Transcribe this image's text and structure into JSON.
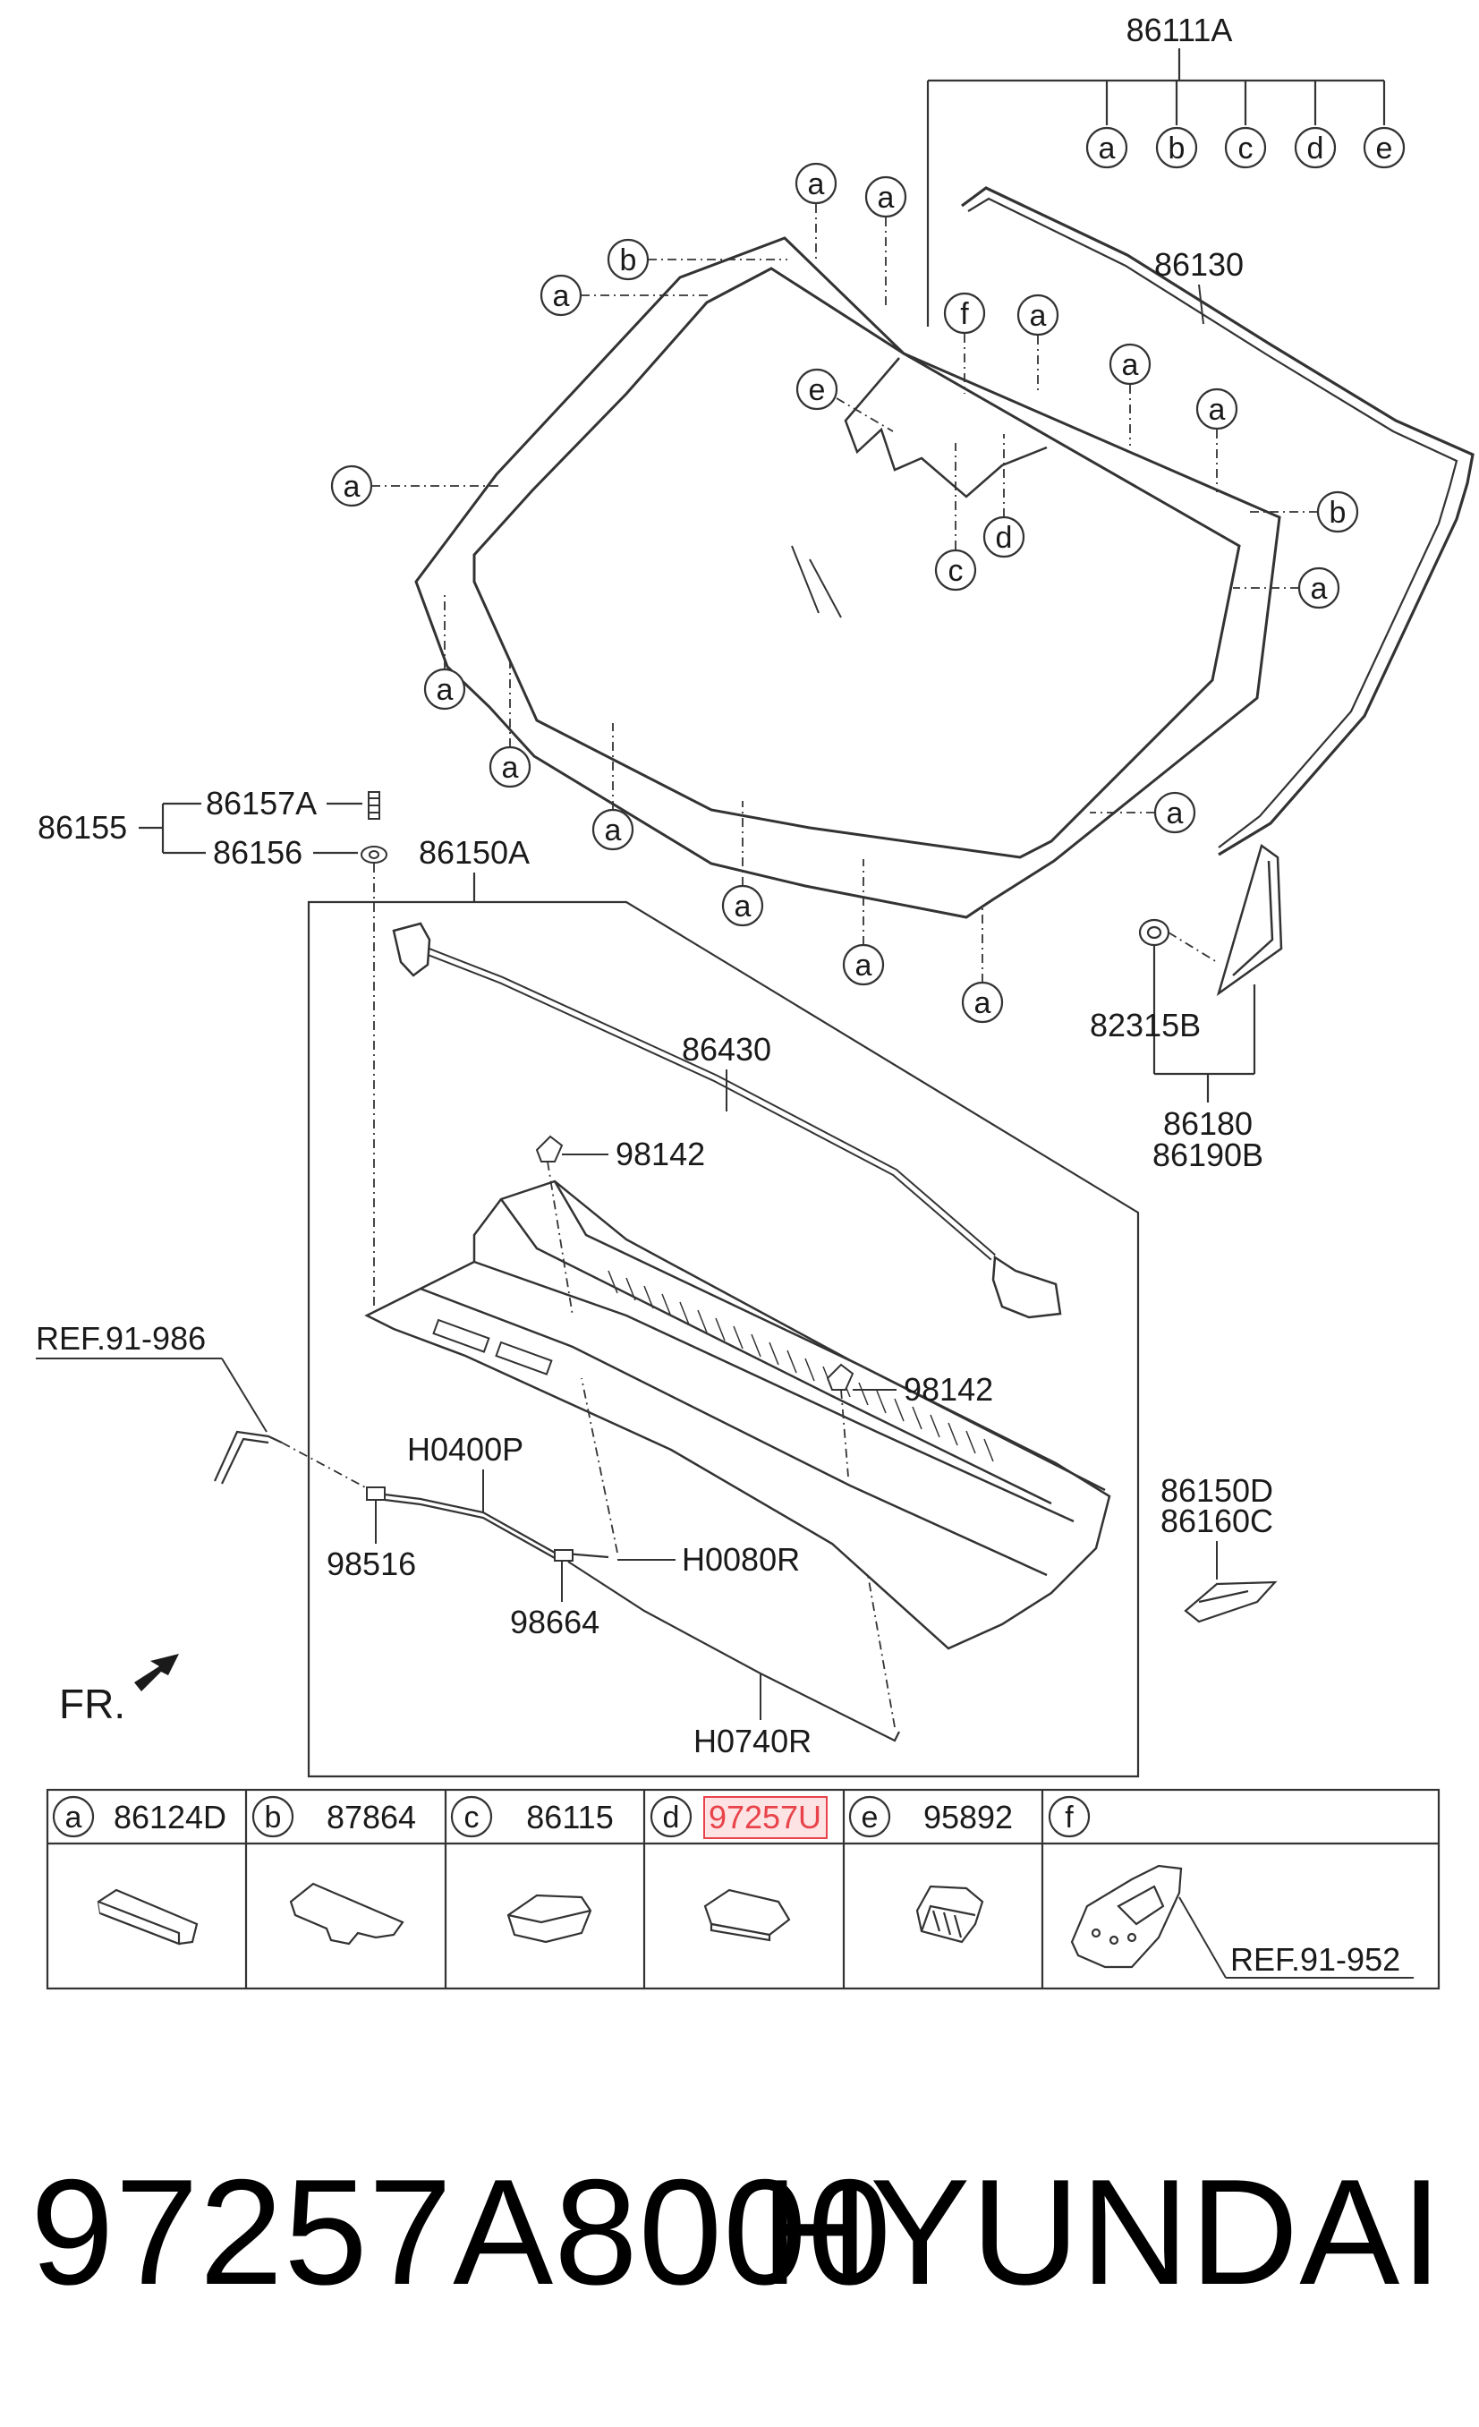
{
  "labels": {
    "assy_top": "86111A",
    "moulding": "86130",
    "bolt": "86157A",
    "assy_bolt": "86155",
    "nut": "86156",
    "cowl_assy": "86150A",
    "weatherstrip": "86430",
    "clip_upper": "98142",
    "clip_lower": "98142",
    "ref_left": "REF.91-986",
    "hose_p": "H0400P",
    "nozzle": "98516",
    "check_valve": "98664",
    "hose_r1": "H0080R",
    "hose_r2": "H0740R",
    "grommet": "82315B",
    "garnish_1": "86180",
    "garnish_2": "86190B",
    "extension_1": "86150D",
    "extension_2": "86160C",
    "front": "FR."
  },
  "callouts": [
    "a",
    "b",
    "c",
    "d",
    "e",
    "f"
  ],
  "table": [
    {
      "letter": "a",
      "part": "86124D"
    },
    {
      "letter": "b",
      "part": "87864"
    },
    {
      "letter": "c",
      "part": "86115"
    },
    {
      "letter": "d",
      "part": "97257U"
    },
    {
      "letter": "e",
      "part": "95892"
    },
    {
      "letter": "f",
      "part": ""
    }
  ],
  "ref_bottom": "REF.91-952",
  "highlight_color": "#e8434a",
  "part_number": "97257A8000",
  "brand": "HYUNDAI"
}
